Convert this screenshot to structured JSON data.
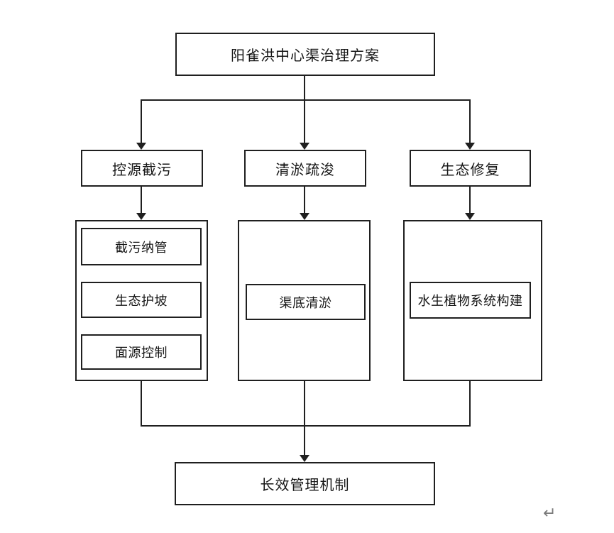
{
  "diagram": {
    "title_box": "阳雀洪中心渠治理方案",
    "branches": [
      {
        "label": "控源截污",
        "children": [
          "截污纳管",
          "生态护坡",
          "面源控制"
        ]
      },
      {
        "label": "清淤疏浚",
        "children": [
          "渠底清淤"
        ]
      },
      {
        "label": "生态修复",
        "children": [
          "水生植物系统构建"
        ]
      }
    ],
    "bottom_box": "长效管理机制",
    "return_mark": "↵",
    "line_color": "#1f1f1f",
    "background_color": "#ffffff"
  }
}
